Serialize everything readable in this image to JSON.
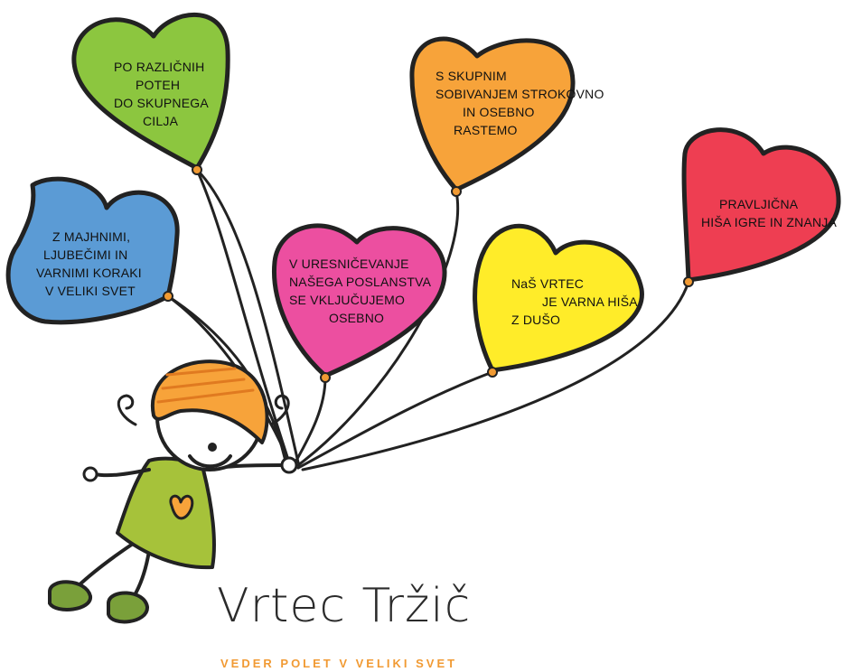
{
  "hearts": [
    {
      "id": "green",
      "color": "#8cc63f",
      "lines": [
        "PO RAZLIČNIH",
        "POTEH",
        "DO SKUPNEGA",
        "CILJA"
      ]
    },
    {
      "id": "orange",
      "color": "#f7a33a",
      "lines": [
        "S SKUPNIM",
        "SOBIVANJEM STROKOVNO",
        "IN OSEBNO",
        "RASTEMO"
      ]
    },
    {
      "id": "blue",
      "color": "#5b9bd5",
      "lines": [
        "Z MAJHNIMI,",
        "LJUBEČIMI IN",
        "VARNIMI KORAKI",
        "V VELIKI SVET"
      ]
    },
    {
      "id": "pink",
      "color": "#ec4fa0",
      "lines": [
        "V URESNIČEVANJE",
        "NAŠEGA POSLANSTVA",
        "SE VKLJUČUJEMO",
        "OSEBNO"
      ]
    },
    {
      "id": "yellow",
      "color": "#ffec29",
      "lines": [
        "NaŠ VRTEC",
        "JE VARNA HIŠA",
        "Z DUŠO"
      ]
    },
    {
      "id": "red",
      "color": "#ee3e52",
      "lines": [
        "PRAVLJIČNA",
        "HIŠA IGRE IN ZNANJA"
      ]
    }
  ],
  "brand": {
    "name": "Vrtec Tržič",
    "tagline": "VEDER POLET V VELIKI SVET",
    "accent_color": "#f19a33"
  },
  "character": {
    "hair_color": "#f7a33a",
    "dress_color": "#a6c23a",
    "shoe_color": "#7aa03a"
  }
}
